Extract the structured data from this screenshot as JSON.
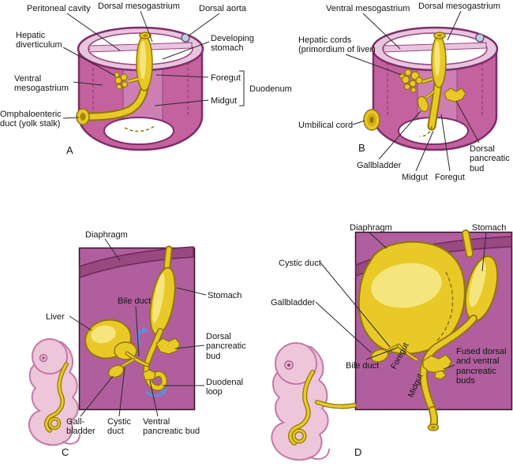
{
  "figure": {
    "background": "#ffffff"
  },
  "colors": {
    "purple_body": "#c4619f",
    "purple_dark": "#7e2d69",
    "purple_light": "#e7c6dd",
    "mauve_rect": "#b05e9d",
    "diaphragm_band": "#98497f",
    "yellow": "#e9c928",
    "yellow_dark": "#8f7606",
    "yellow_light": "#f5e57d",
    "embryo_pink": "#eec6d9",
    "embryo_stroke": "#c478a8",
    "blue_arrow": "#5b8fd6",
    "aorta_fill": "#ccc9e2"
  },
  "panels": {
    "a": {
      "letter": "A",
      "labels": {
        "peritoneal_cavity": "Peritoneal cavity",
        "dorsal_mesogastrium": "Dorsal mesogastrium",
        "dorsal_aorta": "Dorsal aorta",
        "hepatic_diverticulum": "Hepatic diverticulum",
        "developing_stomach": "Developing stomach",
        "ventral_mesogastrium": "Ventral mesogastrium",
        "foregut": "Foregut",
        "midgut": "Midgut",
        "duodenum": "Duodenum",
        "omphaloenteric_duct": "Omphaloenteric duct (yolk stalk)"
      }
    },
    "b": {
      "letter": "B",
      "labels": {
        "ventral_mesogastrium": "Ventral mesogastrium",
        "dorsal_mesogastrium": "Dorsal mesogastrium",
        "hepatic_cords": "Hepatic cords (primordium of liver)",
        "umbilical_cord": "Umbilical cord",
        "gallbladder": "Gallbladder",
        "midgut": "Midgut",
        "foregut": "Foregut",
        "dorsal_pancreatic_bud": "Dorsal pancreatic bud"
      }
    },
    "c": {
      "letter": "C",
      "labels": {
        "diaphragm": "Diaphragm",
        "bile_duct": "Bile duct",
        "stomach": "Stomach",
        "liver": "Liver",
        "dorsal_pancreatic_bud": "Dorsal pancreatic bud",
        "duodenal_loop": "Duodenal loop",
        "gallbladder": "Gall-bladder",
        "cystic_duct": "Cystic duct",
        "ventral_pancreatic_bud": "Ventral pancreatic bud"
      }
    },
    "d": {
      "letter": "D",
      "labels": {
        "diaphragm": "Diaphragm",
        "stomach": "Stomach",
        "cystic_duct": "Cystic duct",
        "gallbladder": "Gallbladder",
        "bile_duct": "Bile duct",
        "foregut": "Foregut",
        "midgut": "Midgut",
        "fused_pancreatic_buds": "Fused dorsal and ventral pancreatic buds"
      }
    }
  }
}
